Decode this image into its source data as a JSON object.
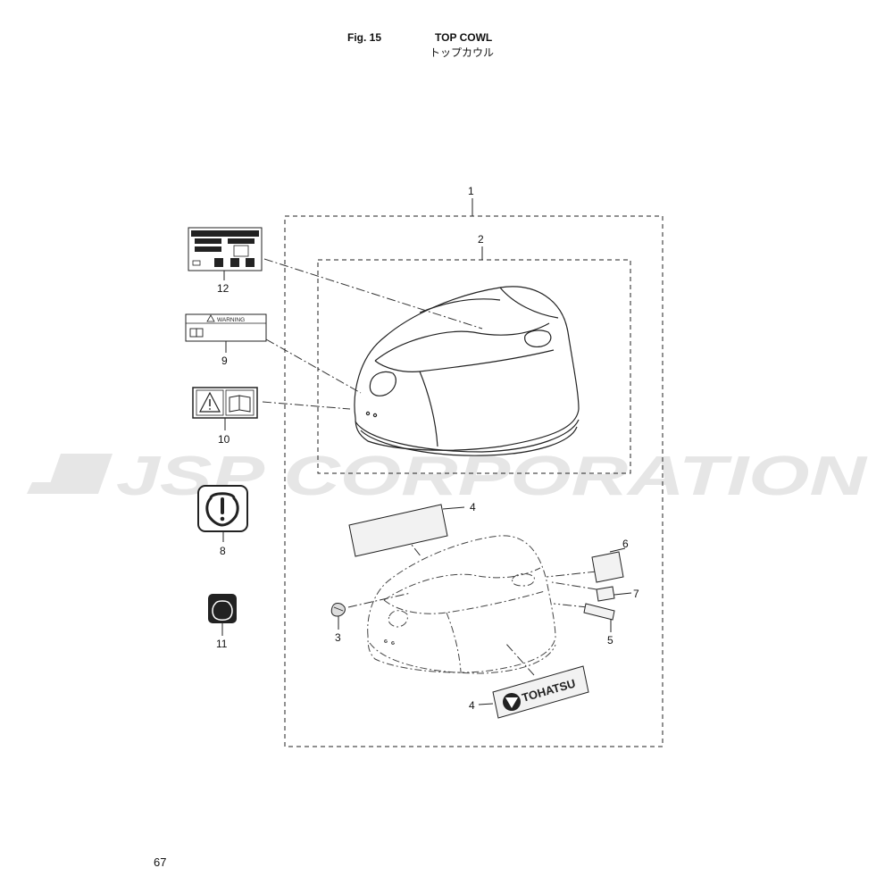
{
  "header": {
    "figure": "Fig. 15",
    "title_en": "TOP COWL",
    "title_jp": "トップカウル"
  },
  "page_number": "67",
  "watermark": "JSP CORPORATION",
  "callouts": {
    "c1": "1",
    "c2": "2",
    "c3": "3",
    "c4a": "4",
    "c4b": "4",
    "c5": "5",
    "c6": "6",
    "c7": "7",
    "c8": "8",
    "c9": "9",
    "c10": "10",
    "c11": "11",
    "c12": "12"
  },
  "labels": {
    "warning_text": "WARNING",
    "brand_decal": "TOHATSU"
  },
  "colors": {
    "line": "#222222",
    "watermark": "#e6e6e6",
    "label_fill": "#f2f2f2",
    "dark_label": "#222222"
  }
}
